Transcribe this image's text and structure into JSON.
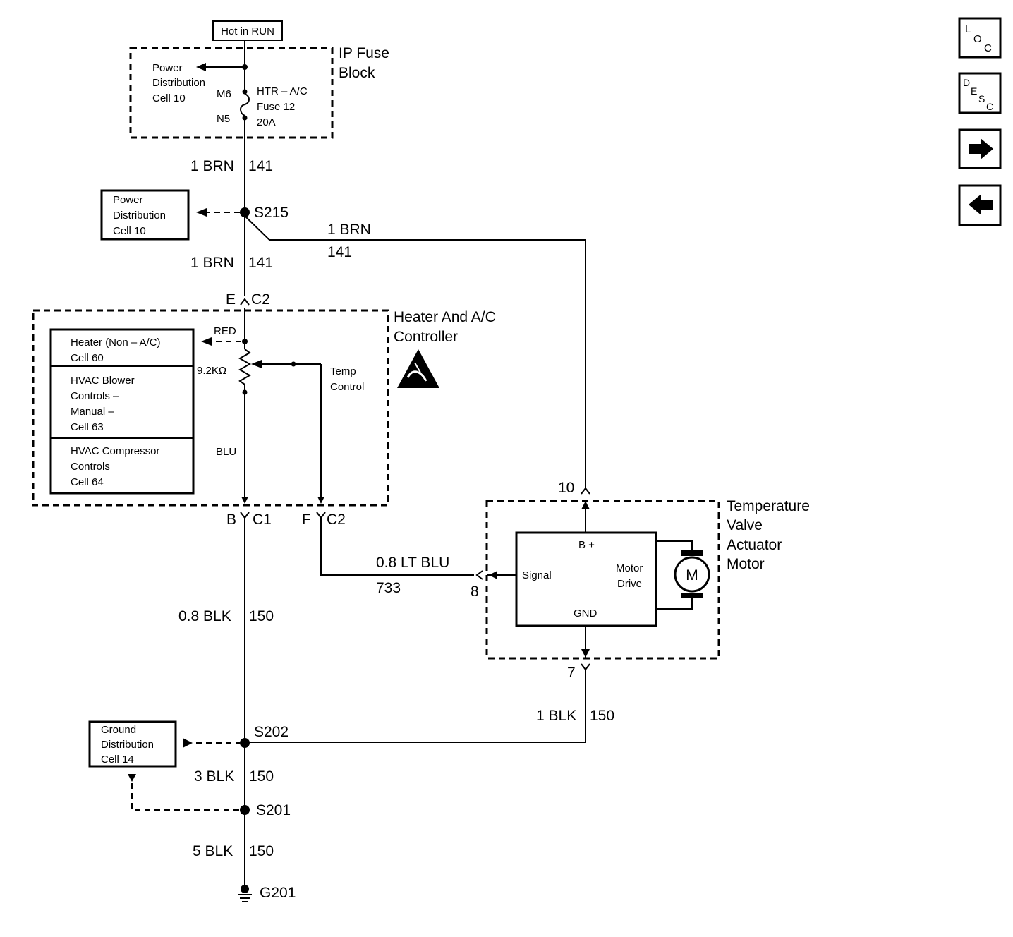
{
  "nav": {
    "loc_icon": "loc-icon",
    "desc_icon": "desc-icon",
    "next_icon": "arrow-right-icon",
    "back_icon": "arrow-left-icon",
    "loc": {
      "l": "L",
      "o": "O",
      "c": "C"
    },
    "desc": {
      "d": "D",
      "e": "E",
      "s": "S",
      "c": "C"
    }
  },
  "diagram": {
    "hot_in_run": "Hot in RUN",
    "ip_fuse_block": {
      "line1": "IP Fuse",
      "line2": "Block"
    },
    "fuse_power_dist": {
      "line1": "Power",
      "line2": "Distribution",
      "line3": "Cell 10"
    },
    "fuse_pins": {
      "top": "M6",
      "bottom": "N5"
    },
    "fuse": {
      "line1": "HTR – A/C",
      "line2": "Fuse 12",
      "line3": "20A"
    },
    "wire_141_a": {
      "gauge": "1 BRN",
      "circuit": "141"
    },
    "power_dist_box": {
      "line1": "Power",
      "line2": "Distribution",
      "line3": "Cell 10"
    },
    "splice_s215": "S215",
    "wire_141_right": {
      "gauge": "1 BRN",
      "circuit": "141"
    },
    "wire_141_b": {
      "gauge": "1 BRN",
      "circuit": "141"
    },
    "conn_top": {
      "pin": "E",
      "conn": "C2"
    },
    "controller": {
      "line1": "Heater And A/C",
      "line2": "Controller"
    },
    "ref_boxes": [
      {
        "line1": "Heater (Non – A/C)",
        "line2": "Cell 60"
      },
      {
        "line1": "HVAC Blower",
        "line2": "Controls –",
        "line3": "Manual –",
        "line4": "Cell 63"
      },
      {
        "line1": "HVAC Compressor",
        "line2": "Controls",
        "line3": "Cell 64"
      }
    ],
    "red": "RED",
    "resistance": "9.2KΩ",
    "blu": "BLU",
    "temp_control": {
      "line1": "Temp",
      "line2": "Control"
    },
    "conn_b": {
      "pin": "B",
      "conn": "C1"
    },
    "conn_f": {
      "pin": "F",
      "conn": "C2"
    },
    "wire_733": {
      "gauge": "0.8 LT BLU",
      "circuit": "733"
    },
    "pin_8": "8",
    "pin_10": "10",
    "pin_7": "7",
    "actuator": {
      "line1": "Temperature",
      "line2": "Valve",
      "line3": "Actuator",
      "line4": "Motor"
    },
    "actuator_labels": {
      "bplus": "B +",
      "signal": "Signal",
      "motor1": "Motor",
      "motor2": "Drive",
      "gnd": "GND",
      "m": "M"
    },
    "wire_150_a": {
      "gauge": "0.8 BLK",
      "circuit": "150"
    },
    "wire_150_right": {
      "gauge": "1 BLK",
      "circuit": "150"
    },
    "ground_dist": {
      "line1": "Ground",
      "line2": "Distribution",
      "line3": "Cell 14"
    },
    "splice_s202": "S202",
    "wire_150_b": {
      "gauge": "3 BLK",
      "circuit": "150"
    },
    "splice_s201": "S201",
    "wire_150_c": {
      "gauge": "5 BLK",
      "circuit": "150"
    },
    "ground_g201": "G201"
  }
}
